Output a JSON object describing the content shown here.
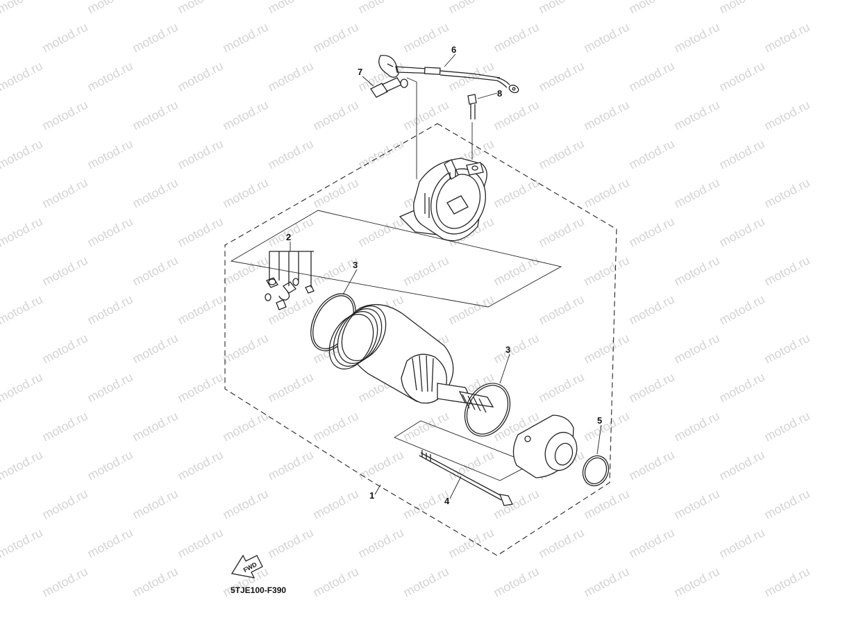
{
  "watermark": {
    "text": "motod.ru"
  },
  "diagram": {
    "code": "5TJE100-F390",
    "fwd_label": "FWD",
    "callouts": [
      {
        "id": "part-1",
        "label": "1"
      },
      {
        "id": "part-2",
        "label": "2"
      },
      {
        "id": "part-3a",
        "label": "3"
      },
      {
        "id": "part-3b",
        "label": "3"
      },
      {
        "id": "part-4",
        "label": "4"
      },
      {
        "id": "part-5",
        "label": "5"
      },
      {
        "id": "part-6",
        "label": "6"
      },
      {
        "id": "part-7",
        "label": "7"
      },
      {
        "id": "part-8",
        "label": "8"
      }
    ]
  },
  "colors": {
    "line": "#222222",
    "watermark": "#d4d4d4",
    "background": "#ffffff"
  }
}
